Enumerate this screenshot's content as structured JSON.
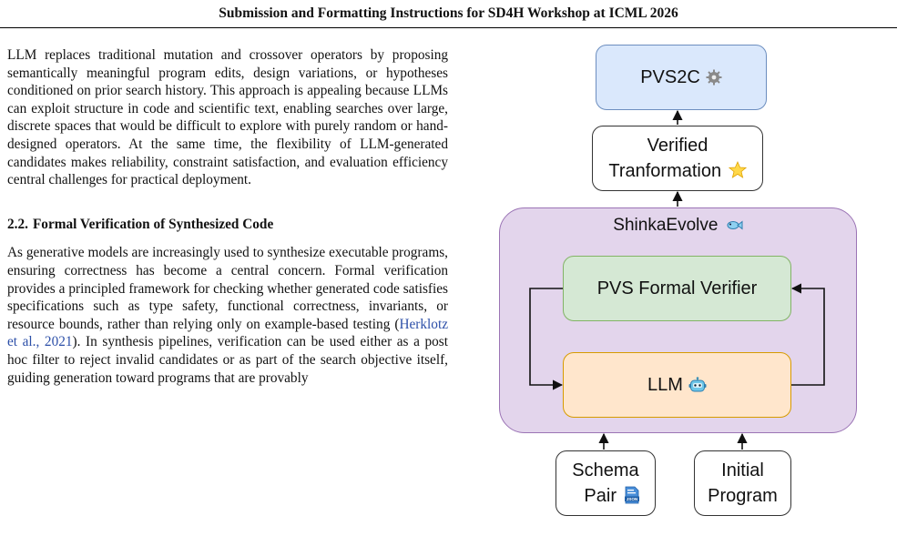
{
  "header": {
    "title": "Submission and Formatting Instructions for SD4H Workshop at ICML 2026"
  },
  "body": {
    "para1": "LLM replaces traditional mutation and crossover operators by proposing semantically meaningful program edits, design variations, or hypotheses conditioned on prior search history. This approach is appealing because LLMs can exploit structure in code and scientific text, enabling searches over large, discrete spaces that would be difficult to explore with purely random or hand-designed operators. At the same time, the flexibility of LLM-generated candidates makes reliability, constraint satisfaction, and evaluation efficiency central challenges for practical deployment.",
    "section_number": "2.2.",
    "section_title": "Formal Verification of Synthesized Code",
    "para2_before_cite": "As generative models are increasingly used to synthesize executable programs, ensuring correctness has become a central concern. Formal verification provides a principled framework for checking whether generated code satisfies specifications such as type safety, functional correctness, invariants, or resource bounds, rather than relying only on example-based testing (",
    "citation": "Herklotz et al., 2021",
    "para2_after_cite": "). In synthesis pipelines, verification can be used either as a post hoc filter to reject invalid candidates or as part of the search objective itself, guiding generation toward programs that are provably"
  },
  "diagram": {
    "pvs2c_label": "PVS2C",
    "pvs2c_icon": "gear-icon",
    "verified_line1": "Verified",
    "verified_line2": "Tranformation",
    "verified_icon": "star-icon",
    "container_label": "ShinkaEvolve",
    "container_icon": "fish-icon",
    "verifier_label": "PVS Formal Verifier",
    "llm_label": "LLM",
    "llm_icon": "robot-icon",
    "schema_line1": "Schema",
    "schema_line2": "Pair",
    "schema_icon": "json-file-icon",
    "json_tag": "JSON",
    "initial_line1": "Initial",
    "initial_line2": "Program",
    "colors": {
      "pvs2c_fill": "#dae8fc",
      "pvs2c_border": "#6c8ebf",
      "container_fill": "#e3d5ec",
      "container_border": "#9b74b5",
      "verifier_fill": "#d5e8d4",
      "verifier_border": "#82b366",
      "llm_fill": "#ffe6cc",
      "llm_border": "#d79b00"
    }
  }
}
